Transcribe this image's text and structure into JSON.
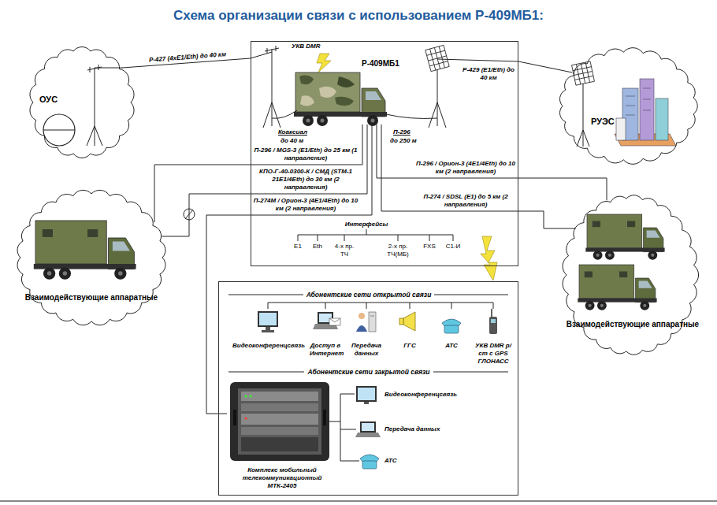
{
  "diagram": {
    "title": "Схема организации связи с использованием Р-409МБ1:",
    "nodes": [
      {
        "text": [
          "ОУС"
        ]
      },
      {
        "text": [
          "Р-409МБ1"
        ]
      },
      {
        "text": [
          "РУЭС"
        ]
      },
      {
        "text": [
          "Взаимодействующие аппаратные"
        ]
      },
      {
        "text": [
          "Взаимодействующие аппаратные"
        ]
      },
      {
        "text": [
          "Абонентские сети открытой связи",
          "Абонентские сети закрытой связи"
        ]
      },
      {
        "text": [
          "Комплекс мобильный телекоммуникационный МТК-2405"
        ],
        "in": 5
      }
    ],
    "edges": [
      {
        "from": 0,
        "to": 1,
        "arrow": "none",
        "label": "Р-427 (4xE1/Eth) до 40 км"
      },
      {
        "from": 1,
        "to": 2,
        "arrow": "none",
        "label": "Р-429 (E1/Eth) до 40 км"
      },
      {
        "from": 3,
        "to": 1,
        "arrow": "none",
        "label": "П-296 / MGS-3 (E1/Eth) до 25 км (1 направление)"
      },
      {
        "from": 3,
        "to": 1,
        "arrow": "none",
        "label": "КПО-Г-40-0300-К / СМД (STM-1 21E1/4Eth) до 30 км (2 направления)"
      },
      {
        "from": 1,
        "to": 6,
        "arrow": "none",
        "label": "П-274М / Орион-3 (4E1/4Eth) до 10 км (2 направления)"
      },
      {
        "from": 1,
        "to": 4,
        "arrow": "none",
        "label": "П-296 / Орион-3 (4E1/4Eth) до 10 км (2 направления)"
      },
      {
        "from": 1,
        "to": 4,
        "arrow": "none",
        "label": "П-274 / SDSL (E1) до 5 км (2 направления)"
      }
    ],
    "labels": [
      "УКВ DMR",
      "Коаксиал",
      "до 40 м",
      "П-296",
      "до 250 м",
      "Интерфейсы",
      "E1",
      "Eth",
      "4-х пр. ТЧ",
      "2-х пр. ТЧ(МБ)",
      "FXS",
      "С1-И",
      "Видеоконференцсвязь",
      "Доступ в Интернет",
      "Передача данных",
      "ГГС",
      "АТС",
      "УКВ DMR р/ст с GPS ГЛОНАСС",
      "Видеоконференцсвязь",
      "Передача данных",
      "АТС"
    ]
  }
}
